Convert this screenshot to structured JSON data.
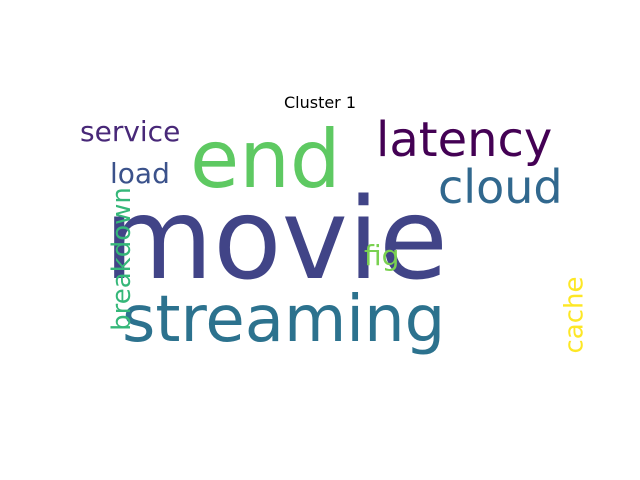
{
  "figure": {
    "title": "Cluster 1"
  },
  "wordcloud": {
    "words": [
      {
        "text": "movie",
        "color": "#414487"
      },
      {
        "text": "end",
        "color": "#5ec962"
      },
      {
        "text": "streaming",
        "color": "#2c728e"
      },
      {
        "text": "latency",
        "color": "#440154"
      },
      {
        "text": "cloud",
        "color": "#31688e"
      },
      {
        "text": "service",
        "color": "#482878"
      },
      {
        "text": "load",
        "color": "#3b528b"
      },
      {
        "text": "breakdown",
        "color": "#35b779"
      },
      {
        "text": "fig",
        "color": "#7ad151"
      },
      {
        "text": "cache",
        "color": "#fde725"
      }
    ]
  }
}
